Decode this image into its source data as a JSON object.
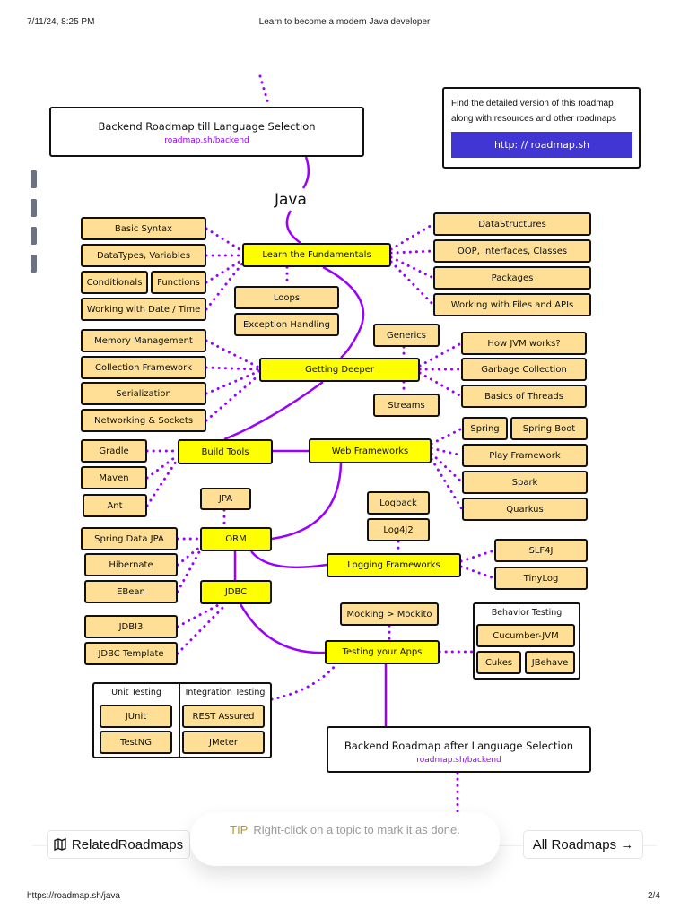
{
  "print_header": {
    "datetime": "7/11/24, 8:25 PM",
    "title": "Learn to become a modern Java developer"
  },
  "print_footer": {
    "url": "https://roadmap.sh/java",
    "page": "2/4"
  },
  "colors": {
    "primary_node": "#ffff00",
    "secondary_node": "#fedf95",
    "link": "#9900ff",
    "cta": "#4136d4"
  },
  "top_box": {
    "title": "Backend Roadmap till Language Selection",
    "link": "roadmap.sh/backend"
  },
  "bottom_box": {
    "title": "Backend Roadmap after Language Selection",
    "link": "roadmap.sh/backend"
  },
  "info_box": {
    "text": "Find the detailed version of this roadmap along with resources and other roadmaps",
    "button": "http: // roadmap.sh"
  },
  "root_label": "Java",
  "groups": {
    "behavior": "Behavior Testing",
    "unit": "Unit Testing",
    "integration": "Integration Testing"
  },
  "nodes": [
    {
      "id": "fund",
      "label": "Learn the Fundamentals",
      "kind": "primary"
    },
    {
      "id": "syntax",
      "label": "Basic Syntax",
      "kind": "secondary"
    },
    {
      "id": "types",
      "label": "DataTypes, Variables",
      "kind": "secondary"
    },
    {
      "id": "cond",
      "label": "Conditionals",
      "kind": "secondary"
    },
    {
      "id": "func",
      "label": "Functions",
      "kind": "secondary"
    },
    {
      "id": "date",
      "label": "Working with Date / Time",
      "kind": "secondary"
    },
    {
      "id": "loops",
      "label": "Loops",
      "kind": "secondary"
    },
    {
      "id": "exc",
      "label": "Exception Handling",
      "kind": "secondary"
    },
    {
      "id": "ds",
      "label": "DataStructures",
      "kind": "secondary"
    },
    {
      "id": "oop",
      "label": "OOP, Interfaces, Classes",
      "kind": "secondary"
    },
    {
      "id": "pkg",
      "label": "Packages",
      "kind": "secondary"
    },
    {
      "id": "files",
      "label": "Working with Files and APIs",
      "kind": "secondary"
    },
    {
      "id": "deeper",
      "label": "Getting Deeper",
      "kind": "primary"
    },
    {
      "id": "mem",
      "label": "Memory Management",
      "kind": "secondary"
    },
    {
      "id": "coll",
      "label": "Collection Framework",
      "kind": "secondary"
    },
    {
      "id": "ser",
      "label": "Serialization",
      "kind": "secondary"
    },
    {
      "id": "net",
      "label": "Networking & Sockets",
      "kind": "secondary"
    },
    {
      "id": "gen",
      "label": "Generics",
      "kind": "secondary"
    },
    {
      "id": "streams",
      "label": "Streams",
      "kind": "secondary"
    },
    {
      "id": "jvm",
      "label": "How JVM works?",
      "kind": "secondary"
    },
    {
      "id": "gc",
      "label": "Garbage Collection",
      "kind": "secondary"
    },
    {
      "id": "threads",
      "label": "Basics of Threads",
      "kind": "secondary"
    },
    {
      "id": "build",
      "label": "Build Tools",
      "kind": "primary"
    },
    {
      "id": "gradle",
      "label": "Gradle",
      "kind": "secondary"
    },
    {
      "id": "maven",
      "label": "Maven",
      "kind": "secondary"
    },
    {
      "id": "ant",
      "label": "Ant",
      "kind": "secondary"
    },
    {
      "id": "web",
      "label": "Web Frameworks",
      "kind": "primary"
    },
    {
      "id": "spring",
      "label": "Spring",
      "kind": "secondary"
    },
    {
      "id": "boot",
      "label": "Spring Boot",
      "kind": "secondary"
    },
    {
      "id": "play",
      "label": "Play Framework",
      "kind": "secondary"
    },
    {
      "id": "spark",
      "label": "Spark",
      "kind": "secondary"
    },
    {
      "id": "quarkus",
      "label": "Quarkus",
      "kind": "secondary"
    },
    {
      "id": "jpa",
      "label": "JPA",
      "kind": "secondary"
    },
    {
      "id": "orm",
      "label": "ORM",
      "kind": "primary"
    },
    {
      "id": "sdjpa",
      "label": "Spring Data JPA",
      "kind": "secondary"
    },
    {
      "id": "hib",
      "label": "Hibernate",
      "kind": "secondary"
    },
    {
      "id": "ebean",
      "label": "EBean",
      "kind": "secondary"
    },
    {
      "id": "jdbc",
      "label": "JDBC",
      "kind": "primary"
    },
    {
      "id": "jdbi",
      "label": "JDBI3",
      "kind": "secondary"
    },
    {
      "id": "jdbct",
      "label": "JDBC Template",
      "kind": "secondary"
    },
    {
      "id": "logback",
      "label": "Logback",
      "kind": "secondary"
    },
    {
      "id": "log4j",
      "label": "Log4j2",
      "kind": "secondary"
    },
    {
      "id": "logging",
      "label": "Logging Frameworks",
      "kind": "primary"
    },
    {
      "id": "slf",
      "label": "SLF4J",
      "kind": "secondary"
    },
    {
      "id": "tiny",
      "label": "TinyLog",
      "kind": "secondary"
    },
    {
      "id": "mock",
      "label": "Mocking > Mockito",
      "kind": "secondary"
    },
    {
      "id": "testing",
      "label": "Testing your Apps",
      "kind": "primary"
    },
    {
      "id": "cucumber",
      "label": "Cucumber-JVM",
      "kind": "secondary"
    },
    {
      "id": "cukes",
      "label": "Cukes",
      "kind": "secondary"
    },
    {
      "id": "jbehave",
      "label": "JBehave",
      "kind": "secondary"
    },
    {
      "id": "junit",
      "label": "JUnit",
      "kind": "secondary"
    },
    {
      "id": "testng",
      "label": "TestNG",
      "kind": "secondary"
    },
    {
      "id": "rest",
      "label": "REST Assured",
      "kind": "secondary"
    },
    {
      "id": "jmeter",
      "label": "JMeter",
      "kind": "secondary"
    }
  ],
  "footer_bar": {
    "related_label": "RelatedRoadmaps",
    "related_icon": "map-icon",
    "all_label": "All Roadmaps →",
    "tip_label": "TIP",
    "tip_text": "Right-click on a topic to mark it as done."
  }
}
